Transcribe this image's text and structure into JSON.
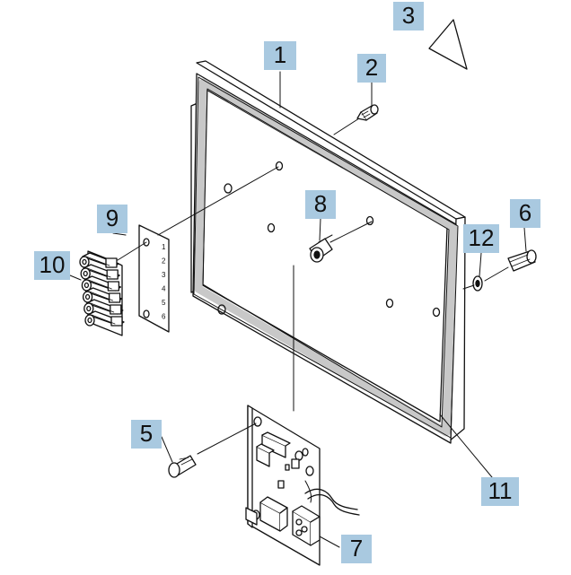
{
  "callouts": [
    {
      "id": "c1",
      "label": "1"
    },
    {
      "id": "c2",
      "label": "2"
    },
    {
      "id": "c3",
      "label": "3"
    },
    {
      "id": "c5",
      "label": "5"
    },
    {
      "id": "c6",
      "label": "6"
    },
    {
      "id": "c7",
      "label": "7"
    },
    {
      "id": "c8",
      "label": "8"
    },
    {
      "id": "c9",
      "label": "9"
    },
    {
      "id": "c10",
      "label": "10"
    },
    {
      "id": "c11",
      "label": "11"
    },
    {
      "id": "c12",
      "label": "12"
    }
  ],
  "terminal_plate": {
    "numbers": [
      "1",
      "2",
      "3",
      "4",
      "5",
      "6"
    ]
  },
  "colors": {
    "callout_bg": "#a9c9e0",
    "line": "#111111",
    "gasket": "#c8c8c8"
  }
}
